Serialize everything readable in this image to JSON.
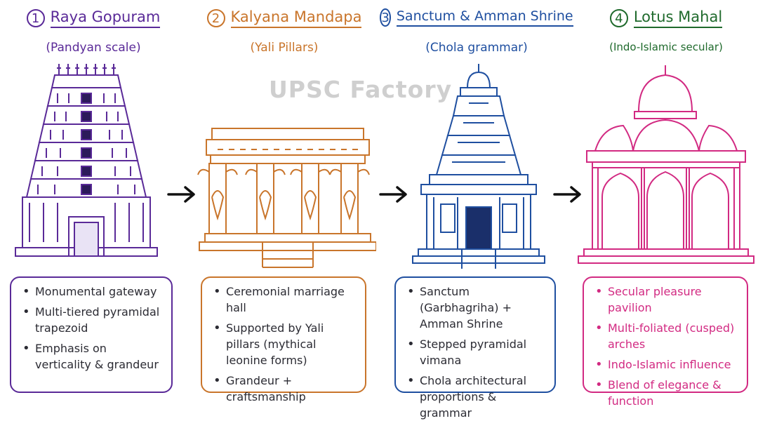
{
  "watermark": "UPSC Factory",
  "colors": {
    "p1": "#5a2a98",
    "p2": "#c9752b",
    "p3": "#1f4fa0",
    "p4_title": "#1f6a2c",
    "p4": "#d22a82",
    "arrow": "#111111"
  },
  "panels": [
    {
      "number": "1",
      "title": "Raya Gopuram",
      "subtitle": "(Pandyan scale)",
      "icon": "raya-gopuram-illustration",
      "bullets": [
        "Monumental gateway",
        "Multi-tiered pyramidal trapezoid",
        "Emphasis on verticality & grandeur"
      ]
    },
    {
      "number": "2",
      "title": "Kalyana Mandapa",
      "subtitle": "(Yali Pillars)",
      "icon": "kalyana-mandapa-illustration",
      "bullets": [
        "Ceremonial marriage hall",
        "Supported by Yali pillars (mythical leonine forms)",
        "Grandeur + craftsmanship"
      ]
    },
    {
      "number": "3",
      "title": "Sanctum & Amman Shrine",
      "subtitle": "(Chola grammar)",
      "icon": "sanctum-vimana-illustration",
      "bullets": [
        "Sanctum (Garbhagriha) + Amman Shrine",
        "Stepped pyramidal vimana",
        "Chola architectural proportions & grammar"
      ]
    },
    {
      "number": "4",
      "title": "Lotus Mahal",
      "subtitle": "(Indo-Islamic secular)",
      "icon": "lotus-mahal-illustration",
      "bullets": [
        "Secular pleasure pavilion",
        "Multi-foliated (cusped) arches",
        "Indo-Islamic influence",
        "Blend of elegance & function"
      ]
    }
  ]
}
